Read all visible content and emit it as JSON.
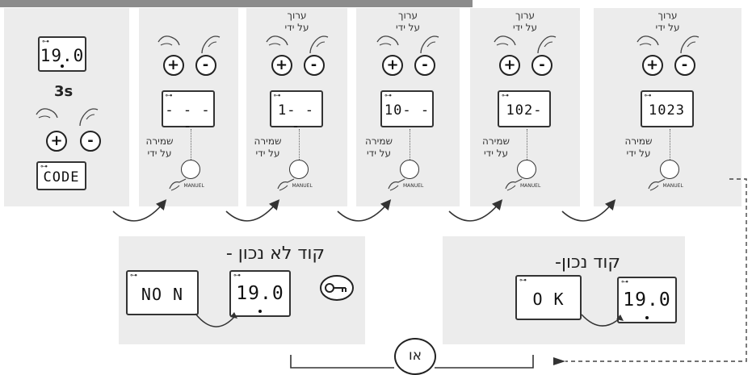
{
  "panel1": {
    "display": "19.0",
    "hold_label": "3s",
    "code_display": "CODE",
    "plus_label": "+",
    "minus_label": "-"
  },
  "steps": [
    {
      "top_label": "",
      "display": "- - - -",
      "store_label": "שמירה\nעל ידי"
    },
    {
      "top_label": "ערוך\nעל ידי",
      "display": "1- - -",
      "store_label": "שמירה\nעל ידי"
    },
    {
      "top_label": "ערוך\nעל ידי",
      "display": "10- -",
      "store_label": "שמירה\nעל ידי"
    },
    {
      "top_label": "ערוך\nעל ידי",
      "display": "102-",
      "store_label": "שמירה\nעל ידי"
    },
    {
      "top_label": "ערוך\nעל ידי",
      "display": "1023",
      "store_label": "שמירה\nעל ידי"
    }
  ],
  "buttons": {
    "plus": "+",
    "minus": "-",
    "manuel": "MANUEL"
  },
  "wrong_panel": {
    "title": "קוד לא נכון -",
    "display_code": "NO N",
    "display_temp": "19.0"
  },
  "right_panel": {
    "title": "קוד נכון-",
    "display_code": "O K",
    "display_temp": "19.0"
  },
  "or_label": "או",
  "colors": {
    "panel": "#ececec",
    "topbar": "#8c8c8c",
    "outline": "#222222"
  }
}
